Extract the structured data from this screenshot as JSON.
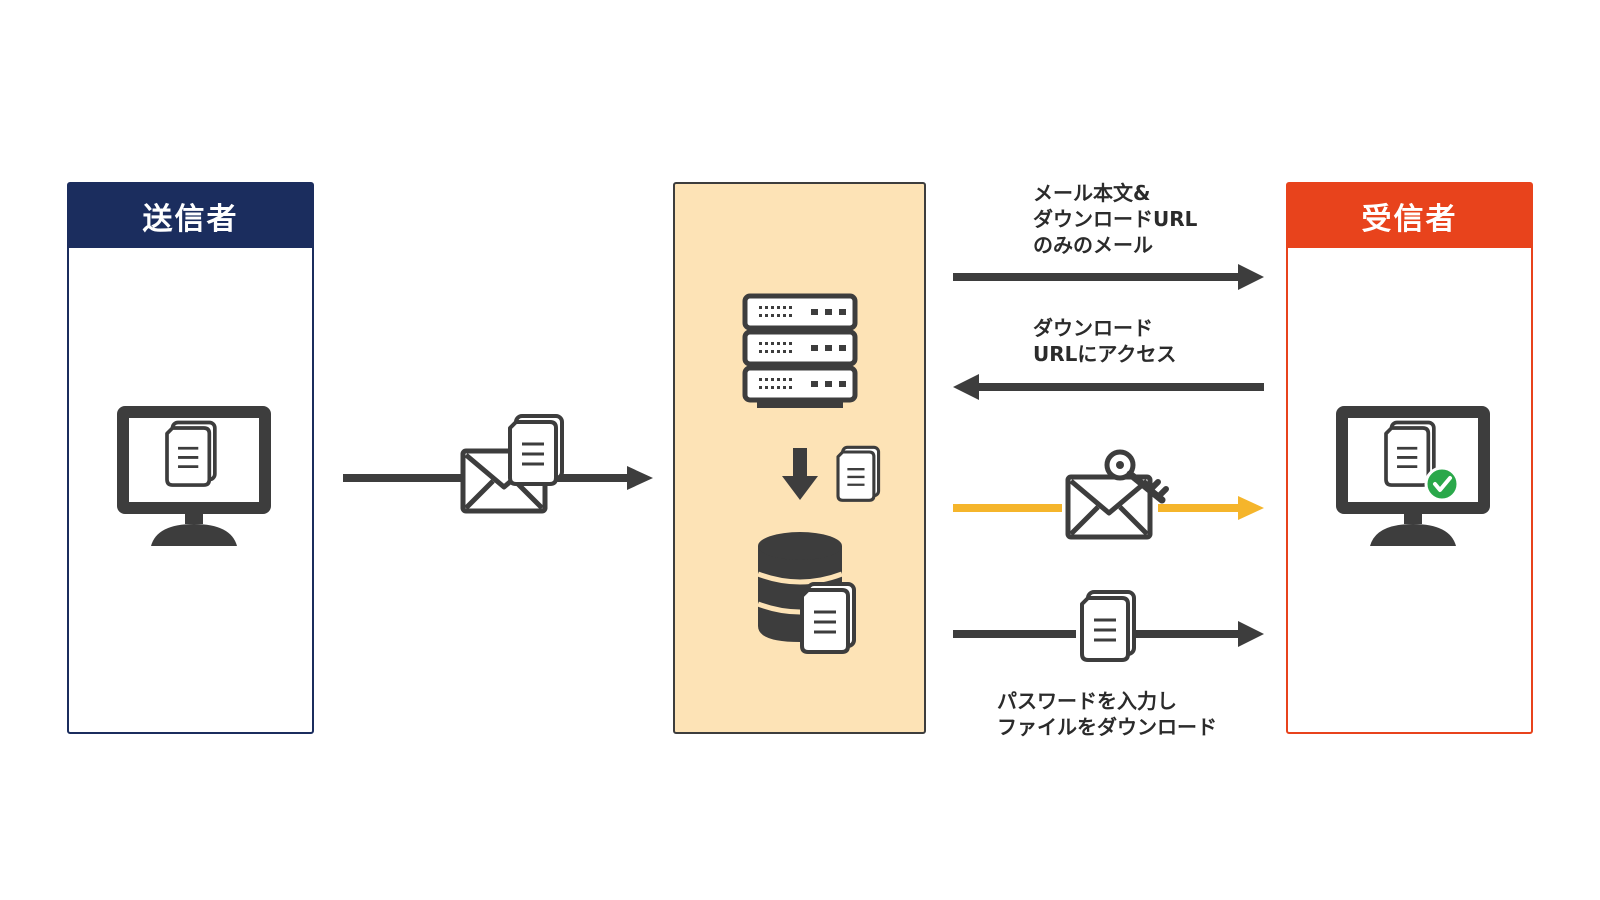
{
  "sender": {
    "title": "送信者"
  },
  "receiver": {
    "title": "受信者"
  },
  "flows": {
    "mail_body_url": "メール本文&\nダウンロードURL\nのみのメール",
    "access_url": "ダウンロード\nURLにアクセス",
    "password_download": "パスワードを入力し\nファイルをダウンロード"
  },
  "colors": {
    "sender": "#1b2d5e",
    "receiver": "#e8431c",
    "server_bg": "#fde3b6",
    "arrow": "#3d3d3d",
    "password_arrow": "#f5b52b",
    "check": "#2aa84a"
  },
  "icons": [
    "monitor-icon",
    "document-icon",
    "envelope-icon",
    "server-icon",
    "database-icon",
    "key-icon",
    "check-icon",
    "down-arrow-icon"
  ]
}
